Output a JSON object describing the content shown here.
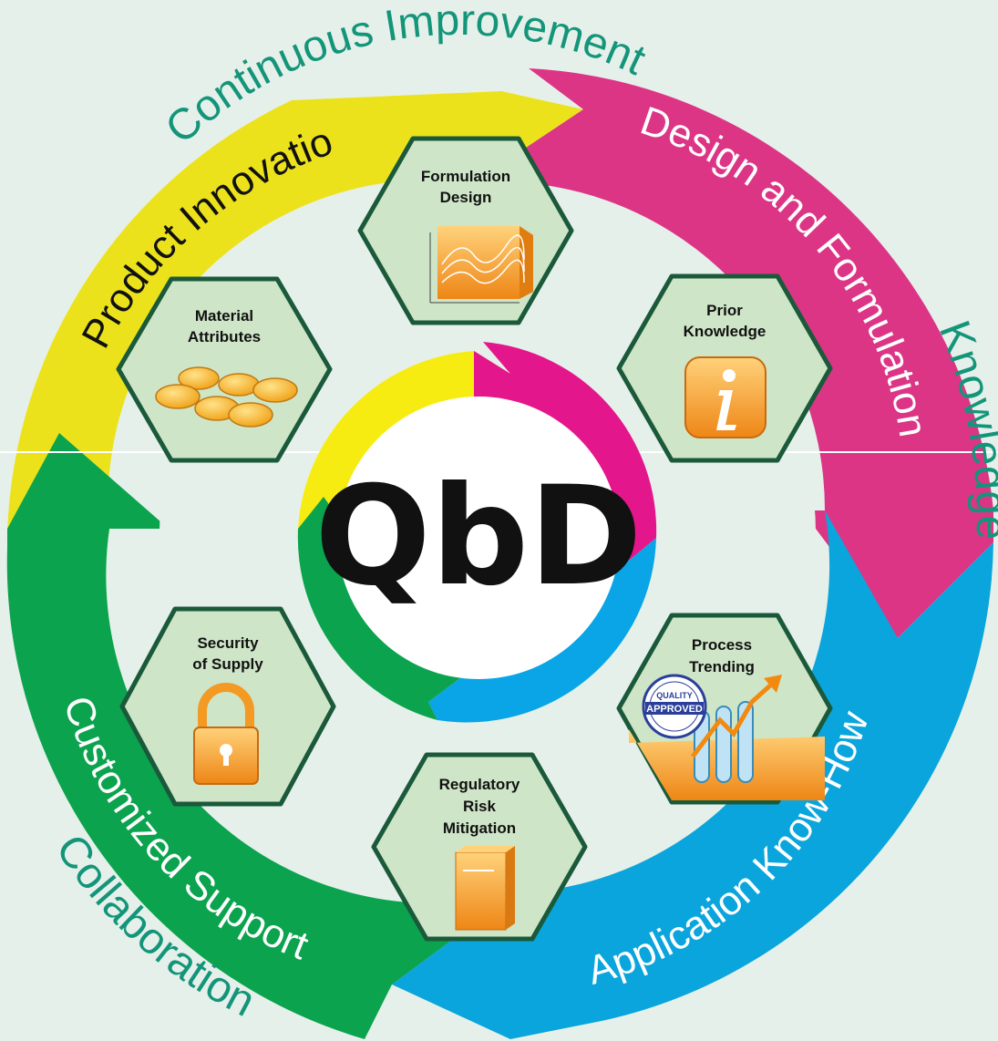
{
  "center": {
    "label": "QbD"
  },
  "outer_labels": {
    "top": "Continuous Improvement",
    "right": "Knowledge",
    "bottom_left": "Collaboration"
  },
  "ring_labels": {
    "yellow": "Product Innovation",
    "magenta": "Design and Formulation",
    "blue": "Application Know-How",
    "green": "Customized Support"
  },
  "hexagons": {
    "formulation_design": {
      "line1": "Formulation",
      "line2": "Design"
    },
    "prior_knowledge": {
      "line1": "Prior",
      "line2": "Knowledge"
    },
    "process_trending": {
      "line1": "Process",
      "line2": "Trending"
    },
    "regulatory": {
      "line1": "Regulatory",
      "line2": "Risk",
      "line3": "Mitigation"
    },
    "security_of_supply": {
      "line1": "Security",
      "line2": "of Supply"
    },
    "material_attributes": {
      "line1": "Material",
      "line2": "Attributes"
    }
  },
  "stamp": {
    "top": "QUALITY",
    "main": "APPROVED"
  },
  "colors": {
    "background": "#e6f0ea",
    "yellow": "#ece21c",
    "magenta": "#dc3586",
    "blue": "#0aa5dc",
    "green": "#0ba34e",
    "teal_text": "#13957a",
    "hex_fill": "#cfe5c8",
    "hex_stroke": "#1a5a3a",
    "orange": "#f39a24"
  }
}
